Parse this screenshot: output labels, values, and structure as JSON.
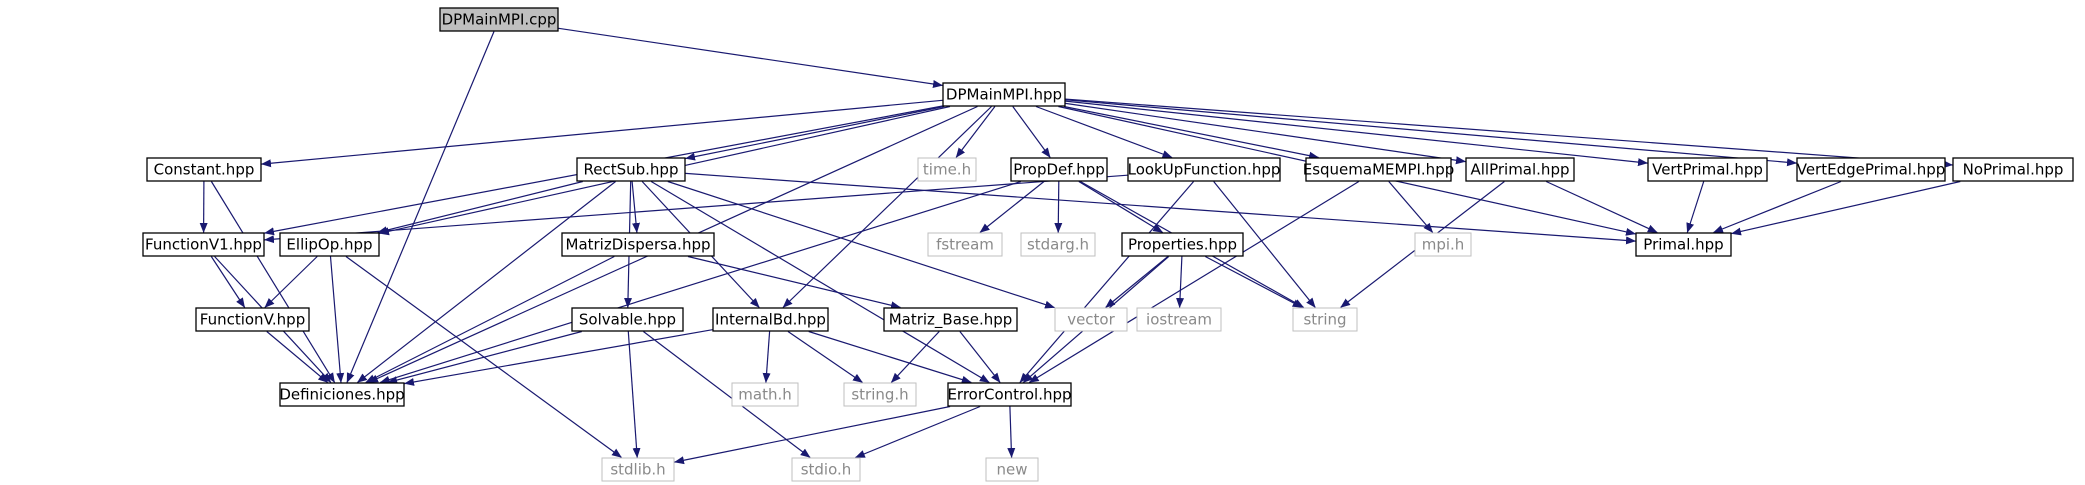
{
  "title": "DPMainMPI.cpp",
  "colors": {
    "edge": "#191970",
    "node_border": "#000000",
    "external_border": "#bfbfbf",
    "root_fill": "#bfbfbf",
    "node_fill": "#ffffff",
    "external_text": "#8a8a8a"
  },
  "nodes": [
    {
      "id": "dpmainmpi_cpp",
      "label": "DPMainMPI.cpp",
      "kind": "root"
    },
    {
      "id": "dpmainmpi_hpp",
      "label": "DPMainMPI.hpp",
      "kind": "file"
    },
    {
      "id": "constant",
      "label": "Constant.hpp",
      "kind": "file"
    },
    {
      "id": "rectsub",
      "label": "RectSub.hpp",
      "kind": "file"
    },
    {
      "id": "time_h",
      "label": "time.h",
      "kind": "external"
    },
    {
      "id": "propdef",
      "label": "PropDef.hpp",
      "kind": "file"
    },
    {
      "id": "lookup",
      "label": "LookUpFunction.hpp",
      "kind": "file"
    },
    {
      "id": "esquema",
      "label": "EsquemaMEMPI.hpp",
      "kind": "file"
    },
    {
      "id": "allprimal",
      "label": "AllPrimal.hpp",
      "kind": "file"
    },
    {
      "id": "vertprimal",
      "label": "VertPrimal.hpp",
      "kind": "file"
    },
    {
      "id": "vertedge",
      "label": "VertEdgePrimal.hpp",
      "kind": "file"
    },
    {
      "id": "noprimal",
      "label": "NoPrimal.hpp",
      "kind": "file"
    },
    {
      "id": "functionv1",
      "label": "FunctionV1.hpp",
      "kind": "file"
    },
    {
      "id": "ellipop",
      "label": "EllipOp.hpp",
      "kind": "file"
    },
    {
      "id": "matrizdispersa",
      "label": "MatrizDispersa.hpp",
      "kind": "file"
    },
    {
      "id": "fstream",
      "label": "fstream",
      "kind": "external"
    },
    {
      "id": "stdarg",
      "label": "stdarg.h",
      "kind": "external"
    },
    {
      "id": "properties",
      "label": "Properties.hpp",
      "kind": "file"
    },
    {
      "id": "mpi_h",
      "label": "mpi.h",
      "kind": "external"
    },
    {
      "id": "primal",
      "label": "Primal.hpp",
      "kind": "file"
    },
    {
      "id": "functionv",
      "label": "FunctionV.hpp",
      "kind": "file"
    },
    {
      "id": "solvable",
      "label": "Solvable.hpp",
      "kind": "file"
    },
    {
      "id": "internalbd",
      "label": "InternalBd.hpp",
      "kind": "file"
    },
    {
      "id": "matrizbase",
      "label": "Matriz_Base.hpp",
      "kind": "file"
    },
    {
      "id": "vector",
      "label": "vector",
      "kind": "external"
    },
    {
      "id": "iostream",
      "label": "iostream",
      "kind": "external"
    },
    {
      "id": "string",
      "label": "string",
      "kind": "external"
    },
    {
      "id": "definiciones",
      "label": "Definiciones.hpp",
      "kind": "file"
    },
    {
      "id": "math_h",
      "label": "math.h",
      "kind": "external"
    },
    {
      "id": "string_h",
      "label": "string.h",
      "kind": "external"
    },
    {
      "id": "errorcontrol",
      "label": "ErrorControl.hpp",
      "kind": "file"
    },
    {
      "id": "stdlib_h",
      "label": "stdlib.h",
      "kind": "external"
    },
    {
      "id": "stdio_h",
      "label": "stdio.h",
      "kind": "external"
    },
    {
      "id": "new",
      "label": "new",
      "kind": "external"
    }
  ],
  "edges": [
    [
      "dpmainmpi_cpp",
      "dpmainmpi_hpp"
    ],
    [
      "dpmainmpi_cpp",
      "definiciones"
    ],
    [
      "dpmainmpi_hpp",
      "constant"
    ],
    [
      "dpmainmpi_hpp",
      "rectsub"
    ],
    [
      "dpmainmpi_hpp",
      "time_h"
    ],
    [
      "dpmainmpi_hpp",
      "propdef"
    ],
    [
      "dpmainmpi_hpp",
      "lookup"
    ],
    [
      "dpmainmpi_hpp",
      "esquema"
    ],
    [
      "dpmainmpi_hpp",
      "allprimal"
    ],
    [
      "dpmainmpi_hpp",
      "vertprimal"
    ],
    [
      "dpmainmpi_hpp",
      "vertedge"
    ],
    [
      "dpmainmpi_hpp",
      "noprimal"
    ],
    [
      "dpmainmpi_hpp",
      "functionv1"
    ],
    [
      "dpmainmpi_hpp",
      "ellipop"
    ],
    [
      "dpmainmpi_hpp",
      "internalbd"
    ],
    [
      "dpmainmpi_hpp",
      "primal"
    ],
    [
      "dpmainmpi_hpp",
      "definiciones"
    ],
    [
      "constant",
      "functionv1"
    ],
    [
      "constant",
      "definiciones"
    ],
    [
      "rectsub",
      "ellipop"
    ],
    [
      "rectsub",
      "matrizdispersa"
    ],
    [
      "rectsub",
      "solvable"
    ],
    [
      "rectsub",
      "internalbd"
    ],
    [
      "rectsub",
      "vector"
    ],
    [
      "rectsub",
      "primal"
    ],
    [
      "rectsub",
      "definiciones"
    ],
    [
      "rectsub",
      "errorcontrol"
    ],
    [
      "propdef",
      "fstream"
    ],
    [
      "propdef",
      "stdarg"
    ],
    [
      "propdef",
      "properties"
    ],
    [
      "propdef",
      "string"
    ],
    [
      "propdef",
      "definiciones"
    ],
    [
      "lookup",
      "functionv1"
    ],
    [
      "lookup",
      "string"
    ],
    [
      "lookup",
      "errorcontrol"
    ],
    [
      "esquema",
      "mpi_h"
    ],
    [
      "esquema",
      "errorcontrol"
    ],
    [
      "allprimal",
      "primal"
    ],
    [
      "allprimal",
      "string"
    ],
    [
      "vertprimal",
      "primal"
    ],
    [
      "vertedge",
      "primal"
    ],
    [
      "noprimal",
      "primal"
    ],
    [
      "functionv1",
      "functionv"
    ],
    [
      "functionv1",
      "definiciones"
    ],
    [
      "ellipop",
      "functionv"
    ],
    [
      "ellipop",
      "definiciones"
    ],
    [
      "ellipop",
      "stdlib_h"
    ],
    [
      "matrizdispersa",
      "matrizbase"
    ],
    [
      "matrizdispersa",
      "definiciones"
    ],
    [
      "properties",
      "vector"
    ],
    [
      "properties",
      "iostream"
    ],
    [
      "properties",
      "string"
    ],
    [
      "properties",
      "errorcontrol"
    ],
    [
      "functionv",
      "definiciones"
    ],
    [
      "solvable",
      "definiciones"
    ],
    [
      "solvable",
      "stdlib_h"
    ],
    [
      "solvable",
      "stdio_h"
    ],
    [
      "internalbd",
      "definiciones"
    ],
    [
      "internalbd",
      "math_h"
    ],
    [
      "internalbd",
      "string_h"
    ],
    [
      "internalbd",
      "errorcontrol"
    ],
    [
      "matrizbase",
      "string_h"
    ],
    [
      "matrizbase",
      "errorcontrol"
    ],
    [
      "errorcontrol",
      "stdlib_h"
    ],
    [
      "errorcontrol",
      "stdio_h"
    ],
    [
      "errorcontrol",
      "new"
    ]
  ]
}
